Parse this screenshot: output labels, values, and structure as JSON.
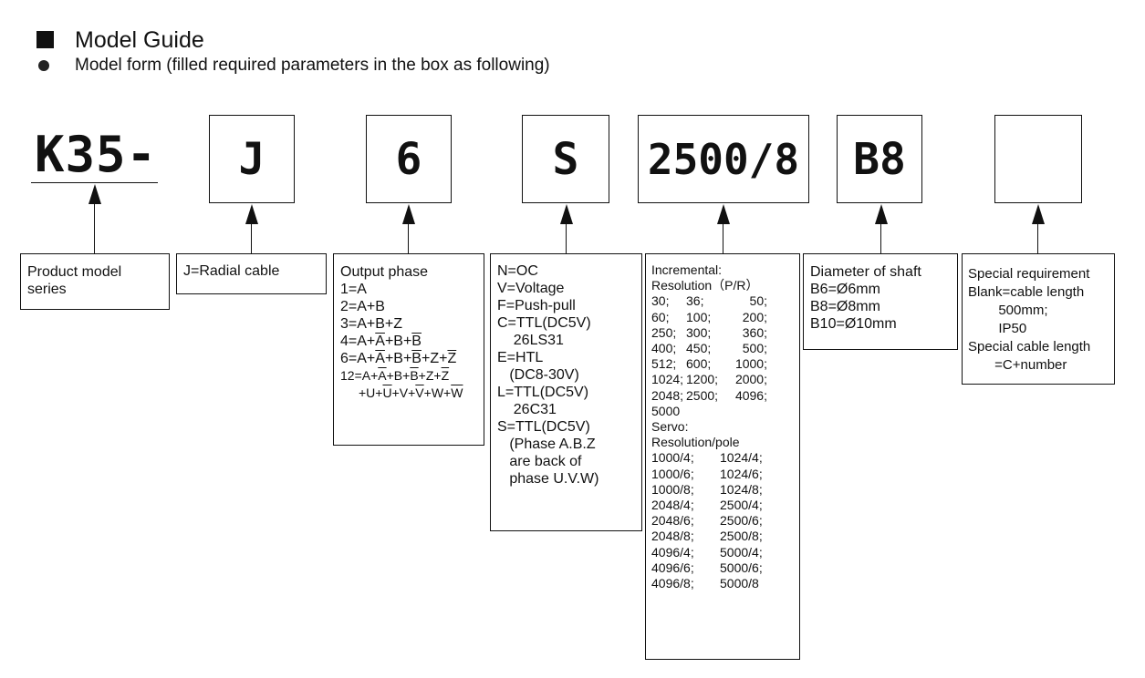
{
  "header": {
    "title": "Model Guide",
    "subtitle": "Model form (filled required parameters in the box as following)"
  },
  "model": {
    "prefix": "K35-",
    "codes": [
      "J",
      "6",
      "S",
      "2500/8",
      "B8",
      ""
    ]
  },
  "product": {
    "lines": [
      "Product model",
      "series"
    ]
  },
  "cable": {
    "lines": [
      "J=Radial cable"
    ]
  },
  "output_phase": {
    "lines": [
      "Output phase",
      "1=A",
      "2=A+B",
      "3=A+B+Z"
    ],
    "formula_4": [
      "4=A+",
      "A",
      "+B+",
      "B"
    ],
    "formula_6": [
      "6=A+",
      "A",
      "+B+",
      "B",
      "+Z+",
      "Z"
    ],
    "formula_12a": [
      "12=A+",
      "A",
      "+B+",
      "B",
      "+Z+",
      "Z"
    ],
    "formula_12b": [
      "+U+",
      "U",
      "+V+",
      "V",
      "+W+",
      "W"
    ]
  },
  "output_type": {
    "lines": [
      "N=OC",
      "V=Voltage",
      "F=Push-pull",
      "C=TTL(DC5V)",
      "    26LS31",
      "E=HTL",
      "   (DC8-30V)",
      "L=TTL(DC5V)",
      "    26C31",
      "S=TTL(DC5V)",
      "   (Phase A.B.Z",
      "   are back of",
      "   phase U.V.W)"
    ]
  },
  "resolution": {
    "incremental_label": "Incremental:",
    "incremental_sub": "Resolution（P/R）",
    "incremental_values": [
      "30;",
      "36;",
      "50;",
      "60;",
      "100;",
      "200;",
      "250;",
      "300;",
      "360;",
      "400;",
      "450;",
      "500;",
      "512;",
      "600;",
      "1000;",
      "1024;",
      "1200;",
      "2000;",
      "2048;",
      "2500;",
      "4096;",
      "5000",
      "",
      ""
    ],
    "servo_label": "Servo:",
    "servo_sub": "Resolution/pole",
    "servo_values": [
      "1000/4;",
      "1024/4;",
      "1000/6;",
      "1024/6;",
      "1000/8;",
      "1024/8;",
      "2048/4;",
      "2500/4;",
      "2048/6;",
      "2500/6;",
      "2048/8;",
      "2500/8;",
      "4096/4;",
      "5000/4;",
      "4096/6;",
      "5000/6;",
      "4096/8;",
      "5000/8"
    ]
  },
  "shaft": {
    "lines": [
      "Diameter of shaft",
      "B6=Ø6mm",
      "B8=Ø8mm",
      "B10=Ø10mm"
    ]
  },
  "special": {
    "lines": [
      "Special requirement",
      "Blank=cable length",
      "        500mm;",
      "        IP50",
      "Special cable length",
      "       =C+number"
    ]
  }
}
